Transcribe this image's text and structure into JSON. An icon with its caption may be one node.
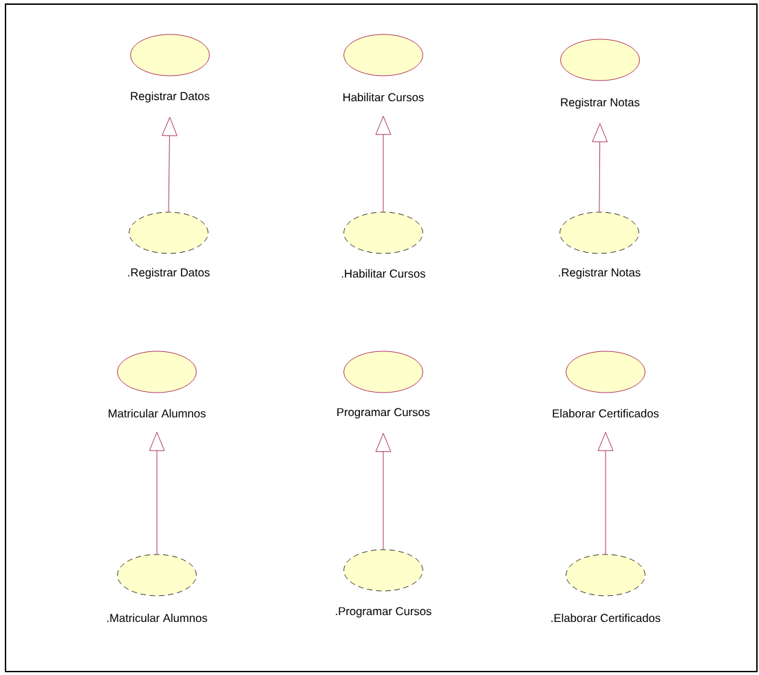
{
  "diagram": {
    "nodes": [
      {
        "text": [
          "Registrar Datos"
        ]
      },
      {
        "text": [
          "Habilitar Cursos"
        ]
      },
      {
        "text": [
          "Registrar Notas"
        ]
      },
      {
        "text": [
          ".Registrar Datos"
        ]
      },
      {
        "text": [
          ".Habilitar Cursos"
        ]
      },
      {
        "text": [
          ".Registrar Notas"
        ]
      },
      {
        "text": [
          "Matricular Alumnos"
        ]
      },
      {
        "text": [
          "Programar Cursos"
        ]
      },
      {
        "text": [
          "Elaborar Certificados"
        ]
      },
      {
        "text": [
          ".Matricular Alumnos"
        ]
      },
      {
        "text": [
          ".Programar Cursos"
        ]
      },
      {
        "text": [
          ".Elaborar Certificados"
        ]
      }
    ],
    "edges": [
      {
        "from": 3,
        "to": 0,
        "arrow": "to"
      },
      {
        "from": 4,
        "to": 1,
        "arrow": "to"
      },
      {
        "from": 5,
        "to": 2,
        "arrow": "to"
      },
      {
        "from": 9,
        "to": 6,
        "arrow": "to"
      },
      {
        "from": 10,
        "to": 7,
        "arrow": "to"
      },
      {
        "from": 11,
        "to": 8,
        "arrow": "to"
      }
    ]
  }
}
